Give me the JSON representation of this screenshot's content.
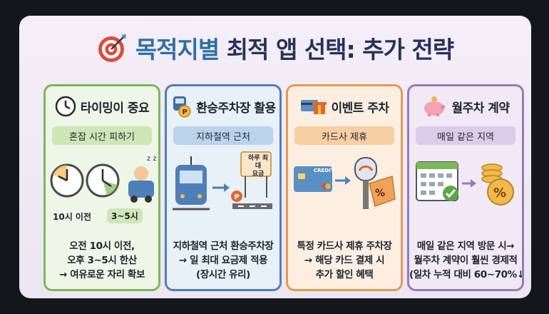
{
  "title": {
    "prefix": "목적지별",
    "rest": "최적 앱 선택: 추가 전략",
    "icon": "target-icon"
  },
  "cards": [
    {
      "title": "타이밍이 중요",
      "icon": "clock-icon",
      "pill": "혼잡 시간 피하기",
      "labels": [
        "10시 이전",
        "3~5시"
      ],
      "desc": [
        "오전 10시 이전,",
        "오후 3~5시 한산",
        "→ 여유로운 자리 확보"
      ]
    },
    {
      "title": "환승주차장 활용",
      "icon": "train-parking-icon",
      "pill": "지하철역 근처",
      "sign": [
        "하루 최대",
        "요금"
      ],
      "desc": [
        "지하철역 근처 환승주차장",
        "→ 일 최대 요금제 적용",
        "(장시간 유리)"
      ]
    },
    {
      "title": "이벤트 주차",
      "icon": "card-gift-icon",
      "pill": "카드사 제휴",
      "card_label": "CREDIT",
      "desc": [
        "특정 카드사 제휴 주차장",
        "→ 해당 카드 결제 시",
        "추가 할인 혜택"
      ]
    },
    {
      "title": "월주차 계약",
      "icon": "piggy-bank-icon",
      "pill": "매일 같은 지역",
      "desc": [
        "매일 같은 지역 방문 시→",
        "월주차 계약이 훨씬 경제적",
        "(일차 누적 대비 60~70%↓)"
      ]
    }
  ]
}
